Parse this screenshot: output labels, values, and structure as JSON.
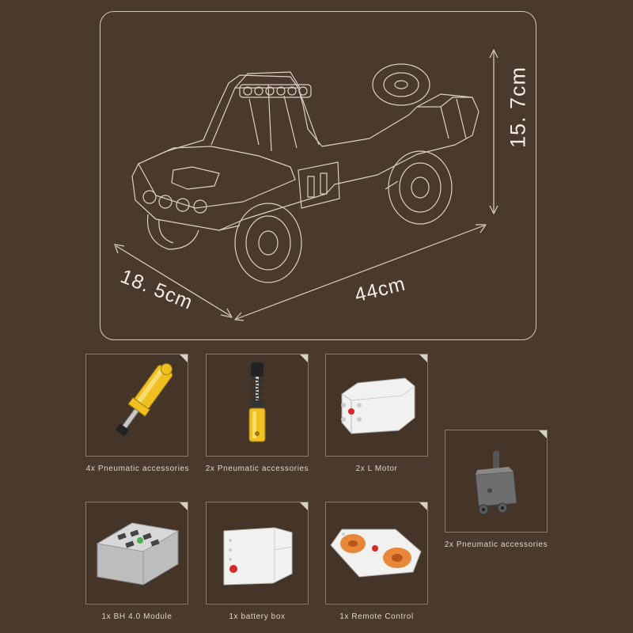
{
  "product": {
    "illustration": "truck-outline-icon",
    "dimensions": {
      "height": "15. 7cm",
      "length": "44cm",
      "width": "18. 5cm"
    }
  },
  "accessories": [
    {
      "caption": "4x Pneumatic accessories",
      "icon": "pneumatic-cylinder-icon"
    },
    {
      "caption": "2x Pneumatic accessories",
      "icon": "pneumatic-pump-icon"
    },
    {
      "caption": "2x L Motor",
      "icon": "l-motor-icon"
    },
    {
      "caption": "2x Pneumatic accessories",
      "icon": "pneumatic-switch-icon"
    },
    {
      "caption": "1x BH 4.0 Module",
      "icon": "bh-module-icon"
    },
    {
      "caption": "1x battery box",
      "icon": "battery-box-icon"
    },
    {
      "caption": "1x Remote Control",
      "icon": "remote-control-icon"
    }
  ],
  "colors": {
    "background": "#4a3a2d",
    "line": "#cfc7bc",
    "yellow": "#f0c020",
    "gray": "#7d7d7d",
    "white": "#f1f1ef",
    "red": "#d6262a",
    "orange": "#e8863a"
  }
}
